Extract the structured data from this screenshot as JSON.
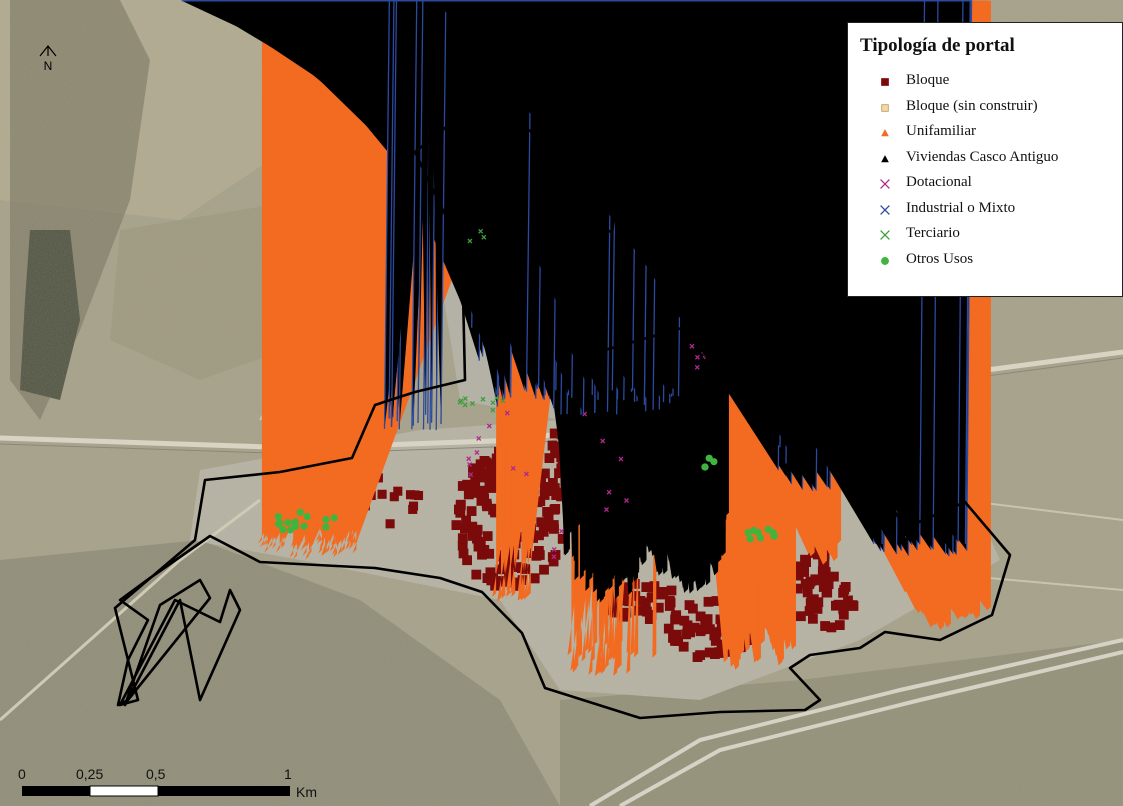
{
  "legend": {
    "title": "Tipología de portal",
    "items": [
      {
        "label": "Bloque",
        "symbol": "square",
        "color": "#7b0a0a"
      },
      {
        "label": "Bloque (sin construir)",
        "symbol": "square-outline",
        "color": "#f3d9a0"
      },
      {
        "label": "Unifamiliar",
        "symbol": "triangle",
        "color": "#f26b21"
      },
      {
        "label": "Viviendas Casco Antiguo",
        "symbol": "triangle",
        "color": "#000000"
      },
      {
        "label": "Dotacional",
        "symbol": "cross",
        "color": "#b0288c"
      },
      {
        "label": "Industrial o Mixto",
        "symbol": "cross",
        "color": "#2b4aa0"
      },
      {
        "label": "Terciario",
        "symbol": "cross",
        "color": "#3e9d3e"
      },
      {
        "label": "Otros Usos",
        "symbol": "circle",
        "color": "#3fb53f"
      }
    ]
  },
  "north_arrow": {
    "label": "N"
  },
  "scale_bar": {
    "ticks": [
      "0",
      "0,25",
      "0,5",
      "1"
    ],
    "unit": "Km"
  },
  "colors": {
    "boundary": "#000000",
    "imagery": "#9c9882"
  }
}
